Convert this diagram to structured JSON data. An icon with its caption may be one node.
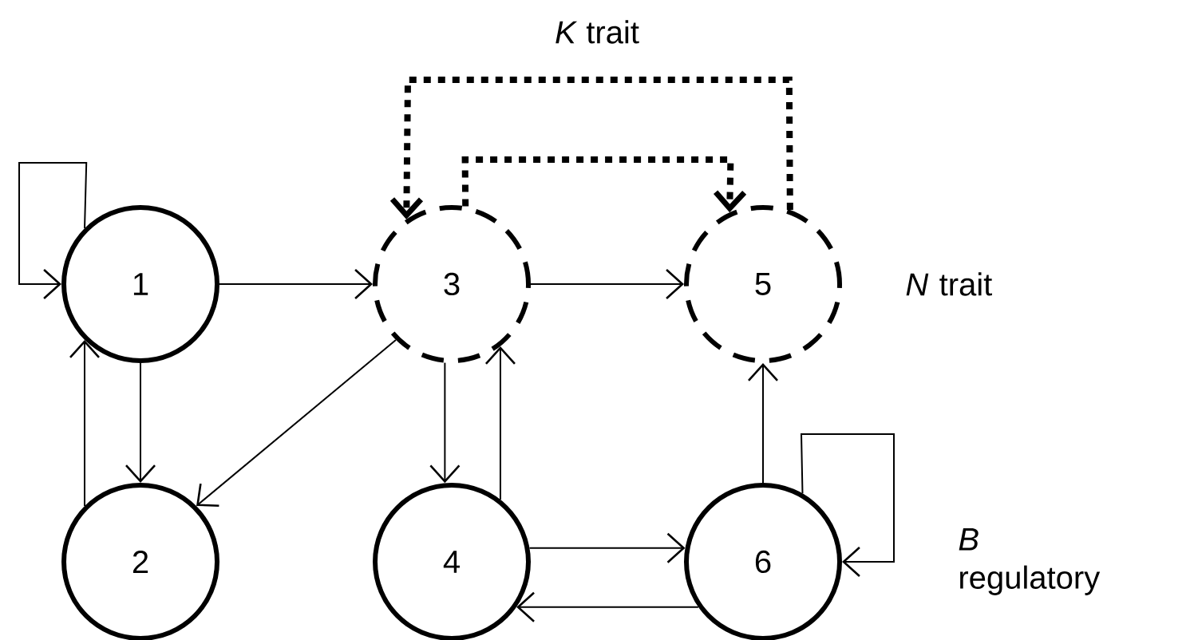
{
  "diagram": {
    "nodes": [
      {
        "text": [
          "1"
        ]
      },
      {
        "text": [
          "2"
        ]
      },
      {
        "text": [
          "3"
        ]
      },
      {
        "text": [
          "4"
        ]
      },
      {
        "text": [
          "5"
        ],
        "beside": [
          "*N* trait"
        ]
      },
      {
        "text": [
          "6"
        ],
        "beside": [
          "*B* regulatory"
        ]
      }
    ],
    "edges": [
      {
        "from": 0,
        "to": 0,
        "arrow": "to"
      },
      {
        "from": 0,
        "to": 2,
        "arrow": "to"
      },
      {
        "from": 0,
        "to": 1,
        "arrow": "to"
      },
      {
        "from": 1,
        "to": 0,
        "arrow": "to"
      },
      {
        "from": 2,
        "to": 1,
        "arrow": "to"
      },
      {
        "from": 2,
        "to": 3,
        "arrow": "to"
      },
      {
        "from": 3,
        "to": 2,
        "arrow": "to"
      },
      {
        "from": 3,
        "to": 5,
        "arrow": "to"
      },
      {
        "from": 5,
        "to": 3,
        "arrow": "to"
      },
      {
        "from": 5,
        "to": 4,
        "arrow": "to"
      },
      {
        "from": 5,
        "to": 5,
        "arrow": "to"
      },
      {
        "from": 2,
        "to": 4,
        "arrow": "to"
      },
      {
        "from": 4,
        "to": 2,
        "arrow": "to",
        "style": "dashed"
      },
      {
        "from": 2,
        "to": 4,
        "arrow": "to",
        "style": "dashed"
      }
    ],
    "labels": [
      "*K* trait"
    ]
  }
}
